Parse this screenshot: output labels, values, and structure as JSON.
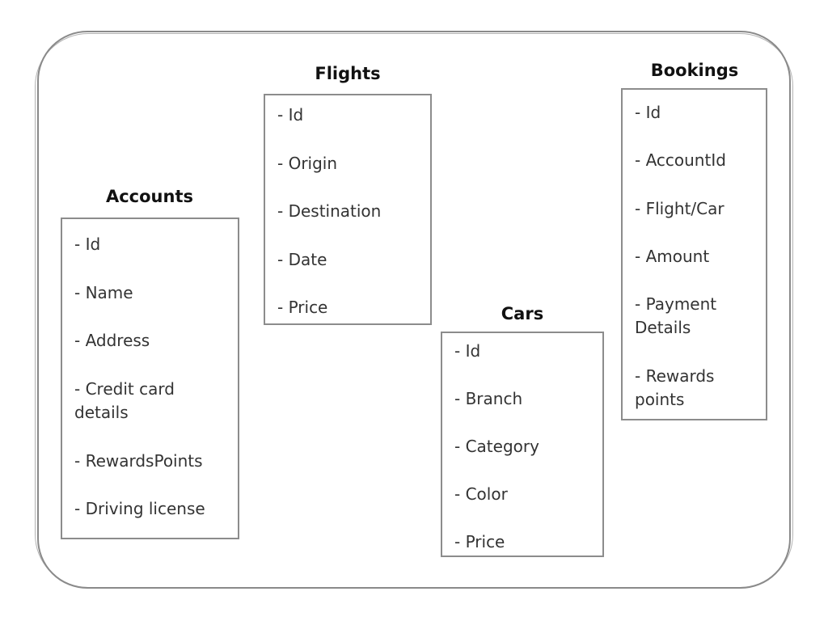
{
  "entities": {
    "accounts": {
      "title": "Accounts",
      "fields": [
        "- Id",
        "- Name",
        "- Address",
        "- Credit card",
        "details",
        "- RewardsPoints",
        "- Driving license"
      ]
    },
    "flights": {
      "title": "Flights",
      "fields": [
        "- Id",
        "- Origin",
        "- Destination",
        "- Date",
        "- Price"
      ]
    },
    "cars": {
      "title": "Cars",
      "fields": [
        "- Id",
        "- Branch",
        "- Category",
        "- Color",
        "- Price"
      ]
    },
    "bookings": {
      "title": "Bookings",
      "fields": [
        "- Id",
        "- AccountId",
        "- Flight/Car",
        "- Amount",
        "- Payment",
        "Details",
        "- Rewards",
        "points"
      ]
    }
  }
}
